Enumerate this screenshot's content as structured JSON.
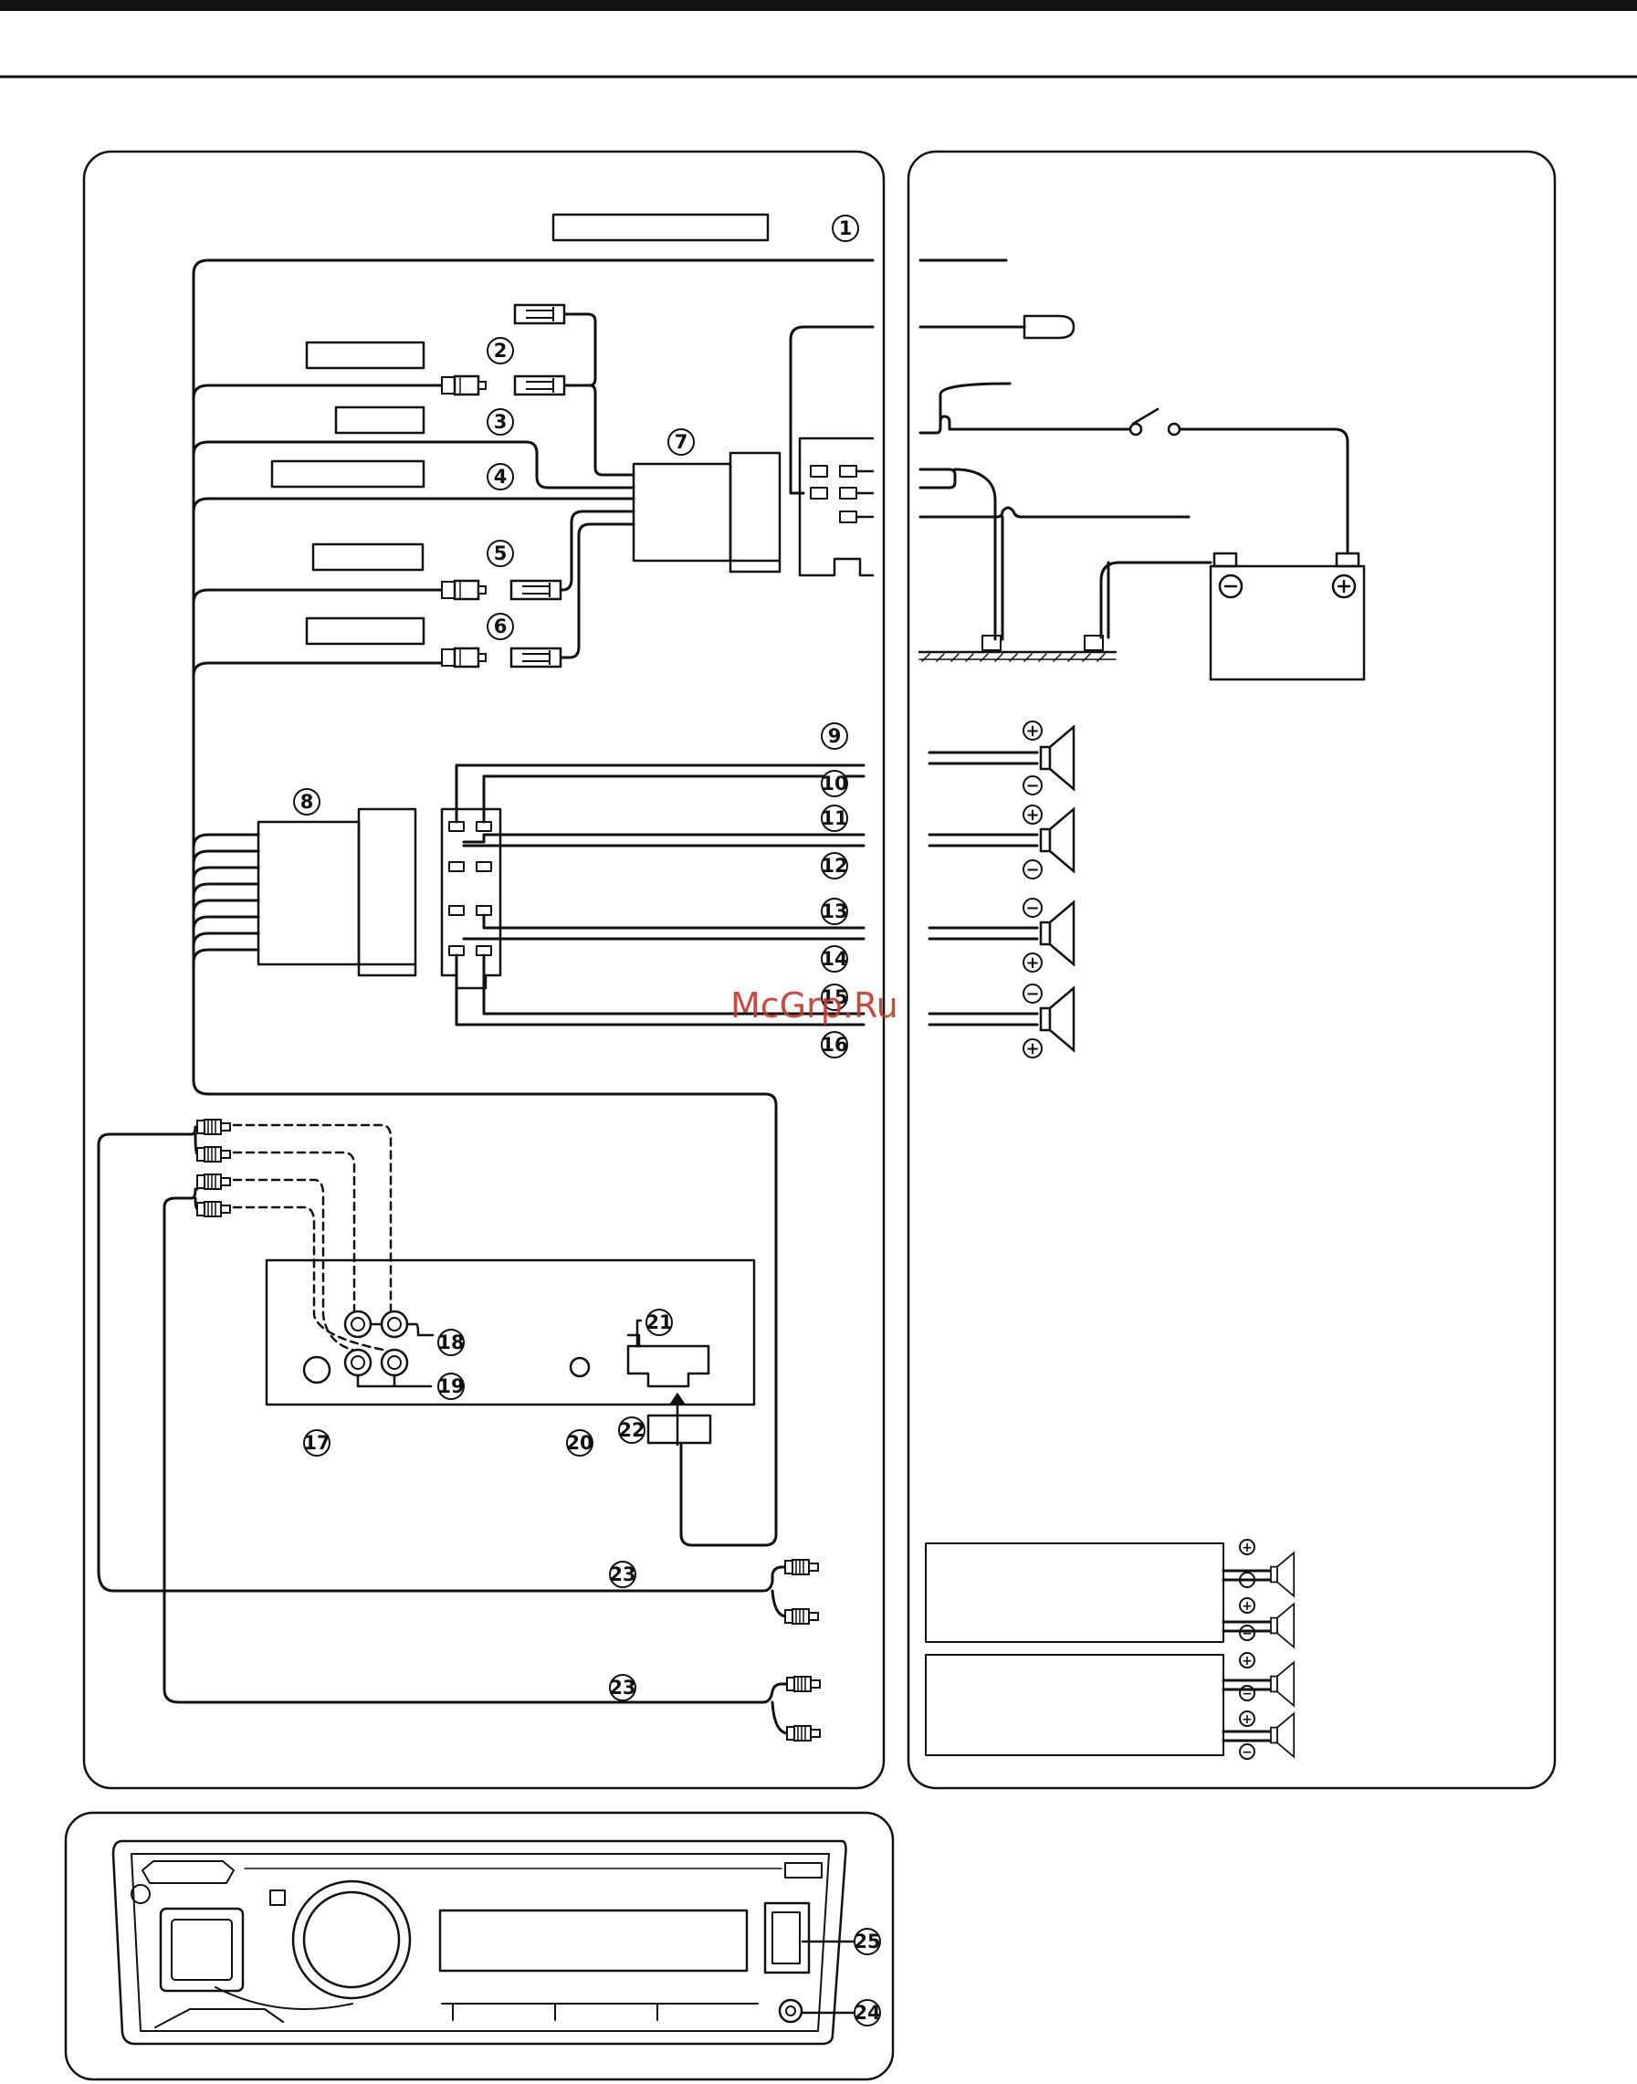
{
  "callouts": [
    {
      "id": "c1",
      "label": "1"
    },
    {
      "id": "c2",
      "label": "2"
    },
    {
      "id": "c3",
      "label": "3"
    },
    {
      "id": "c4",
      "label": "4"
    },
    {
      "id": "c5",
      "label": "5"
    },
    {
      "id": "c6",
      "label": "6"
    },
    {
      "id": "c7",
      "label": "7"
    },
    {
      "id": "c8",
      "label": "8"
    },
    {
      "id": "c9",
      "label": "9"
    },
    {
      "id": "c10",
      "label": "10"
    },
    {
      "id": "c11",
      "label": "11"
    },
    {
      "id": "c12",
      "label": "12"
    },
    {
      "id": "c13",
      "label": "13"
    },
    {
      "id": "c14",
      "label": "14"
    },
    {
      "id": "c15",
      "label": "15"
    },
    {
      "id": "c16",
      "label": "16"
    },
    {
      "id": "c17",
      "label": "17"
    },
    {
      "id": "c18",
      "label": "18"
    },
    {
      "id": "c19",
      "label": "19"
    },
    {
      "id": "c20",
      "label": "20"
    },
    {
      "id": "c21",
      "label": "21"
    },
    {
      "id": "c22",
      "label": "22"
    },
    {
      "id": "c23a",
      "label": "23"
    },
    {
      "id": "c23b",
      "label": "23"
    },
    {
      "id": "c24",
      "label": "24"
    },
    {
      "id": "c25",
      "label": "25"
    }
  ],
  "symbols": {
    "plus": "+",
    "minus": "−"
  },
  "watermark": "McGrp.Ru",
  "colors": {
    "line": "#111111",
    "watermark": "#c0392b",
    "background": "#ffffff"
  }
}
